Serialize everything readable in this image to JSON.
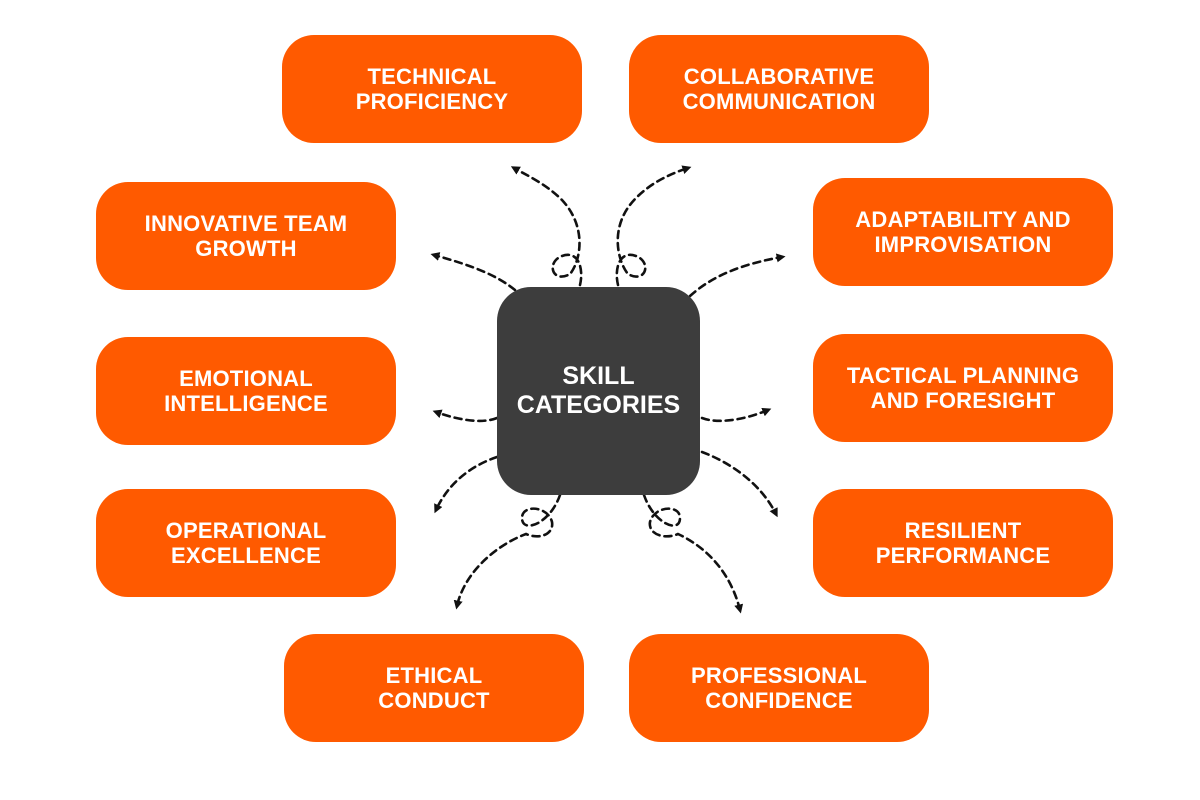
{
  "colors": {
    "node_fill": "#FF5A00",
    "center_fill": "#3D3D3D",
    "text": "#FFFFFF",
    "connector": "#111111"
  },
  "center": {
    "label": "SKILL\nCATEGORIES"
  },
  "categories": {
    "technical": "TECHNICAL\nPROFICIENCY",
    "collaborative": "COLLABORATIVE\nCOMMUNICATION",
    "innovative": "INNOVATIVE TEAM\nGROWTH",
    "adaptability": "ADAPTABILITY AND\nIMPROVISATION",
    "emotional": "EMOTIONAL\nINTELLIGENCE",
    "tactical": "TACTICAL PLANNING\nAND FORESIGHT",
    "operational": "OPERATIONAL\nEXCELLENCE",
    "resilient": "RESILIENT\nPERFORMANCE",
    "ethical": "ETHICAL\nCONDUCT",
    "professional": "PROFESSIONAL\nCONFIDENCE"
  }
}
